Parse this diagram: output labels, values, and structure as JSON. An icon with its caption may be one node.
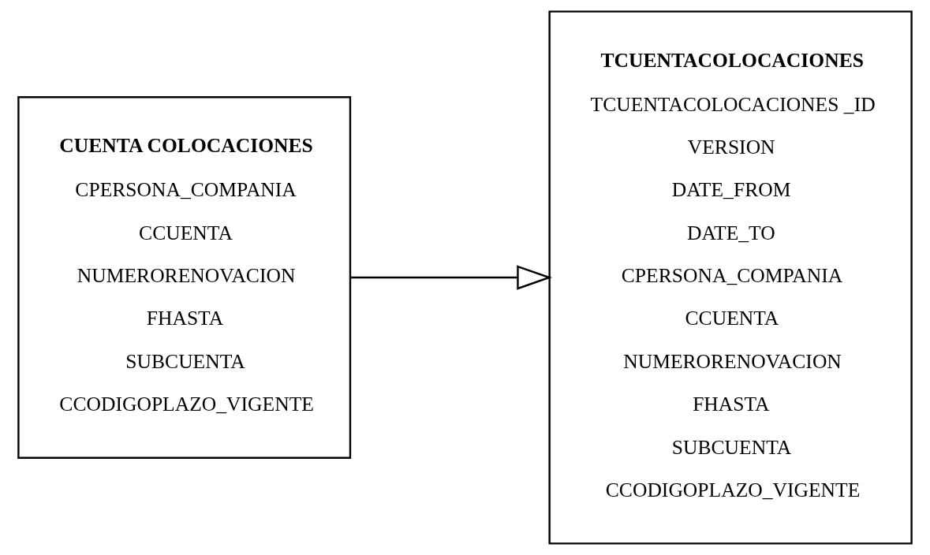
{
  "diagram": {
    "nodes": [
      {
        "text": [
          "CUENTA COLOCACIONES",
          "CPERSONA_COMPANIA",
          "CCUENTA",
          "NUMERORENOVACION",
          "FHASTA",
          "SUBCUENTA",
          "CCODIGOPLAZO_VIGENTE"
        ]
      },
      {
        "text": [
          "TCUENTACOLOCACIONES",
          "TCUENTACOLOCACIONES _ID",
          "VERSION",
          "DATE_FROM",
          "DATE_TO",
          "CPERSONA_COMPANIA",
          "CCUENTA",
          "NUMERORENOVACION",
          "FHASTA",
          "SUBCUENTA",
          "CCODIGOPLAZO_VIGENTE"
        ]
      }
    ],
    "edges": [
      {
        "from": 0,
        "to": 1,
        "arrow": "to"
      }
    ]
  }
}
